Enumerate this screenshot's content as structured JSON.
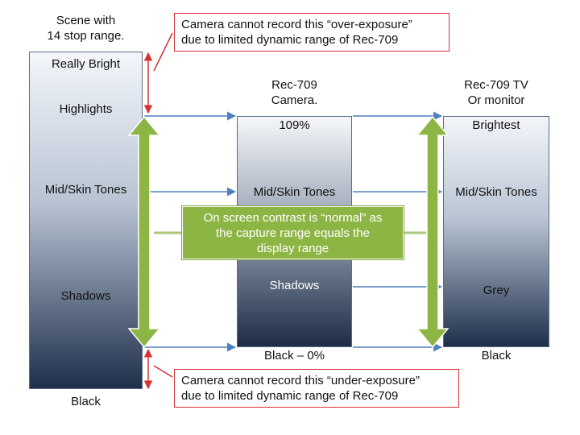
{
  "scene": {
    "heading_line1": "Scene with",
    "heading_line2": "14 stop range.",
    "labels": [
      "Really Bright",
      "Highlights",
      "Mid/Skin Tones",
      "Shadows"
    ],
    "bottom": "Black"
  },
  "camera": {
    "heading_line1": "Rec-709",
    "heading_line2": "Camera.",
    "labels": [
      "109%",
      "Mid/Skin Tones",
      "Shadows"
    ],
    "bottom": "Black – 0%"
  },
  "tv": {
    "heading_line1": "Rec-709 TV",
    "heading_line2": "Or monitor",
    "labels": [
      "Brightest",
      "Mid/Skin Tones",
      "Grey"
    ],
    "bottom": "Black"
  },
  "callout_top": {
    "line1": "Camera cannot record this “over-exposure”",
    "line2": "due to limited dynamic range of Rec-709"
  },
  "callout_bottom": {
    "line1": "Camera cannot record this “under-exposure”",
    "line2": "due to limited dynamic range of Rec-709"
  },
  "note": {
    "line1": "On screen contrast is “normal” as",
    "line2": "the capture range equals the",
    "line3": "display range"
  },
  "colors": {
    "arrow_blue": "#4f81bd",
    "arrow_green": "#8db544",
    "callout_red": "#d63030"
  }
}
